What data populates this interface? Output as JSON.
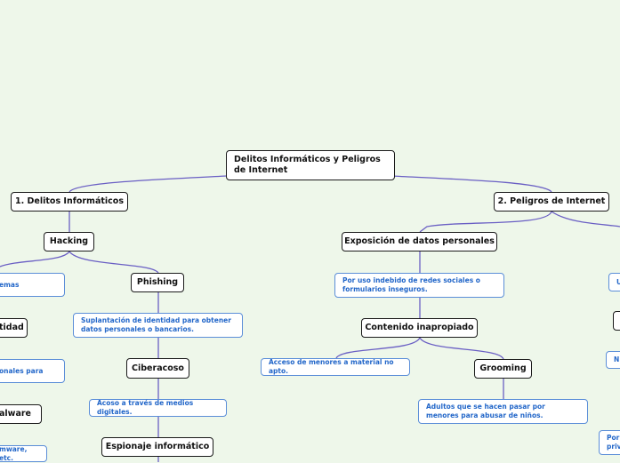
{
  "colors": {
    "background": "#eef7ea",
    "connector": "#6a5fc4",
    "note_text": "#2367c9",
    "note_border": "#5b8ed8"
  },
  "root": {
    "label": "Delitos Informáticos y Peligros de Internet"
  },
  "branch_delitos": {
    "label": "1. Delitos Informáticos",
    "hacking": {
      "label": "Hacking",
      "partial_note_1": "emas",
      "partial_node_1": "tidad",
      "partial_note_2": "onales para",
      "partial_node_2": "alware",
      "partial_note_3": "mware, etc."
    },
    "phishing": {
      "label": "Phishing",
      "note": "Suplantación de identidad para obtener datos personales o bancarios."
    },
    "ciberacoso": {
      "label": "Ciberacoso",
      "note": "Acoso a través de medios digitales."
    },
    "espionaje": {
      "label": "Espionaje informático"
    }
  },
  "branch_peligros": {
    "label": "2. Peligros de Internet",
    "exposicion": {
      "label": "Exposición de datos personales",
      "note": "Por uso indebido de redes sociales o formularios inseguros."
    },
    "contenido": {
      "label": "Contenido inapropiado",
      "note": "Acceso de menores a material no apto."
    },
    "grooming": {
      "label": "Grooming",
      "note": "Adultos que se hacen pasar por menores para abusar de niños."
    },
    "right_partials": {
      "a": "U",
      "b": "N",
      "c": "Por",
      "d": "priv"
    }
  }
}
